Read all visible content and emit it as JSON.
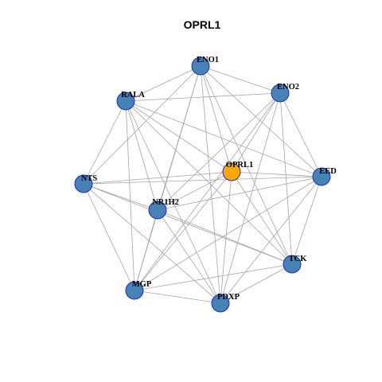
{
  "title": "OPRL1",
  "colors": {
    "background": "#ffffff",
    "node_default": "#4682b4",
    "node_highlight": "#ffa500",
    "node_border": "#1f2fbf",
    "edge": "#a6a6a6"
  },
  "nodes": [
    {
      "id": "ENO1",
      "label": "ENO1",
      "highlight": false
    },
    {
      "id": "RALA",
      "label": "RALA",
      "highlight": false
    },
    {
      "id": "ENO2",
      "label": "ENO2",
      "highlight": false
    },
    {
      "id": "OPRL1",
      "label": "OPRL1",
      "highlight": true
    },
    {
      "id": "EED",
      "label": "EED",
      "highlight": false
    },
    {
      "id": "NTS",
      "label": "NTS",
      "highlight": false
    },
    {
      "id": "NR1H2",
      "label": "NR1H2",
      "highlight": false
    },
    {
      "id": "TCK",
      "label": "TCK",
      "highlight": false
    },
    {
      "id": "MGP",
      "label": "MGP",
      "highlight": false
    },
    {
      "id": "PDXP",
      "label": "PDXP",
      "highlight": false
    }
  ],
  "edges": [
    [
      "ENO1",
      "RALA"
    ],
    [
      "ENO1",
      "ENO2"
    ],
    [
      "ENO1",
      "OPRL1"
    ],
    [
      "ENO1",
      "EED"
    ],
    [
      "ENO1",
      "NTS"
    ],
    [
      "ENO1",
      "NR1H2"
    ],
    [
      "ENO1",
      "TCK"
    ],
    [
      "ENO1",
      "MGP"
    ],
    [
      "ENO1",
      "PDXP"
    ],
    [
      "RALA",
      "ENO2"
    ],
    [
      "RALA",
      "OPRL1"
    ],
    [
      "RALA",
      "EED"
    ],
    [
      "RALA",
      "NTS"
    ],
    [
      "RALA",
      "NR1H2"
    ],
    [
      "RALA",
      "TCK"
    ],
    [
      "RALA",
      "MGP"
    ],
    [
      "RALA",
      "PDXP"
    ],
    [
      "ENO2",
      "OPRL1"
    ],
    [
      "ENO2",
      "EED"
    ],
    [
      "ENO2",
      "NR1H2"
    ],
    [
      "ENO2",
      "TCK"
    ],
    [
      "ENO2",
      "MGP"
    ],
    [
      "ENO2",
      "PDXP"
    ],
    [
      "OPRL1",
      "EED"
    ],
    [
      "OPRL1",
      "NTS"
    ],
    [
      "OPRL1",
      "NR1H2"
    ],
    [
      "OPRL1",
      "TCK"
    ],
    [
      "OPRL1",
      "MGP"
    ],
    [
      "OPRL1",
      "PDXP"
    ],
    [
      "EED",
      "NTS"
    ],
    [
      "EED",
      "NR1H2"
    ],
    [
      "EED",
      "TCK"
    ],
    [
      "EED",
      "MGP"
    ],
    [
      "EED",
      "PDXP"
    ],
    [
      "NTS",
      "NR1H2"
    ],
    [
      "NTS",
      "TCK"
    ],
    [
      "NTS",
      "MGP"
    ],
    [
      "NTS",
      "PDXP"
    ],
    [
      "NR1H2",
      "TCK"
    ],
    [
      "NR1H2",
      "MGP"
    ],
    [
      "NR1H2",
      "PDXP"
    ],
    [
      "TCK",
      "MGP"
    ],
    [
      "TCK",
      "PDXP"
    ],
    [
      "MGP",
      "PDXP"
    ]
  ]
}
